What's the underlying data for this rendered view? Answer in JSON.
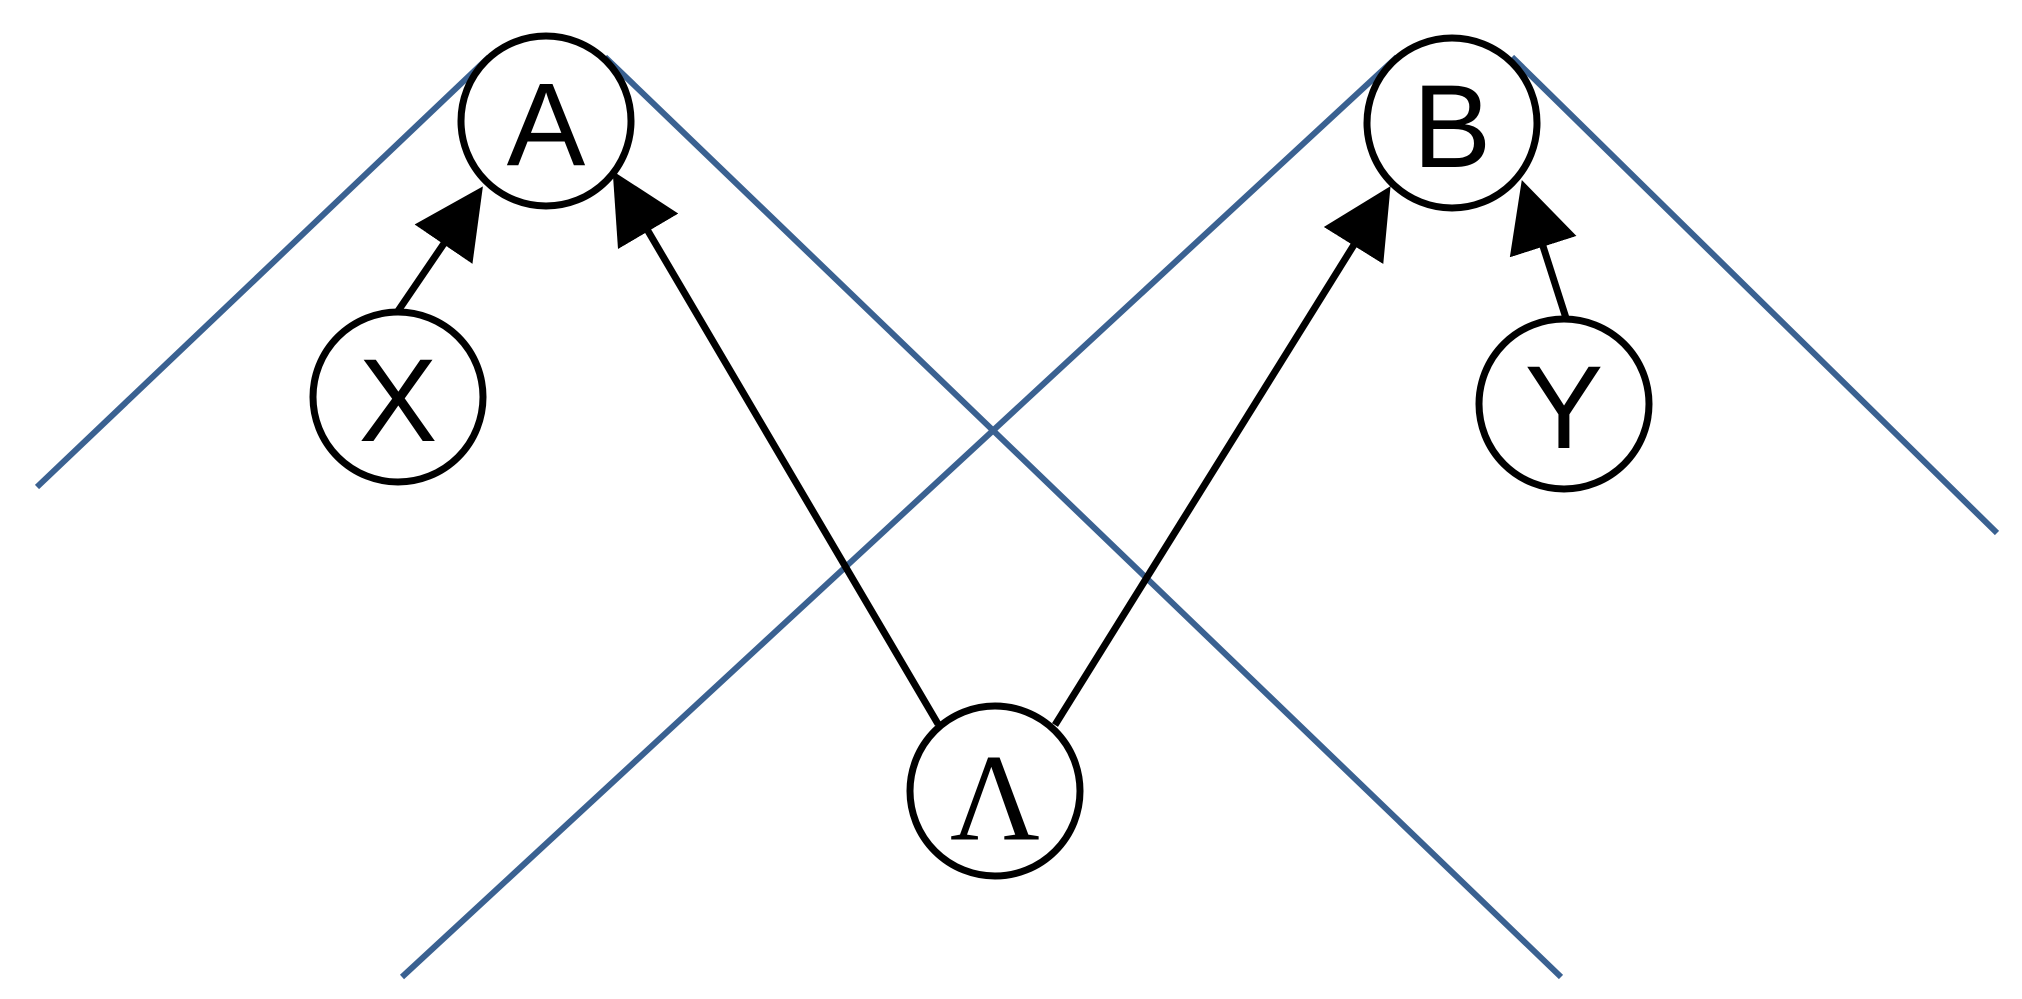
{
  "colors": {
    "cone": "#3a6191",
    "arrow": "#000000",
    "node_stroke": "#000000",
    "node_fill": "#ffffff"
  },
  "nodes": {
    "A": {
      "label": "A"
    },
    "B": {
      "label": "B"
    },
    "X": {
      "label": "X"
    },
    "Y": {
      "label": "Y"
    },
    "Lambda": {
      "label": "Λ"
    }
  },
  "edges": [
    {
      "from": "X",
      "to": "A"
    },
    {
      "from": "Lambda",
      "to": "A"
    },
    {
      "from": "Lambda",
      "to": "B"
    },
    {
      "from": "Y",
      "to": "B"
    }
  ],
  "cones": [
    {
      "apex": "A"
    },
    {
      "apex": "B"
    }
  ]
}
